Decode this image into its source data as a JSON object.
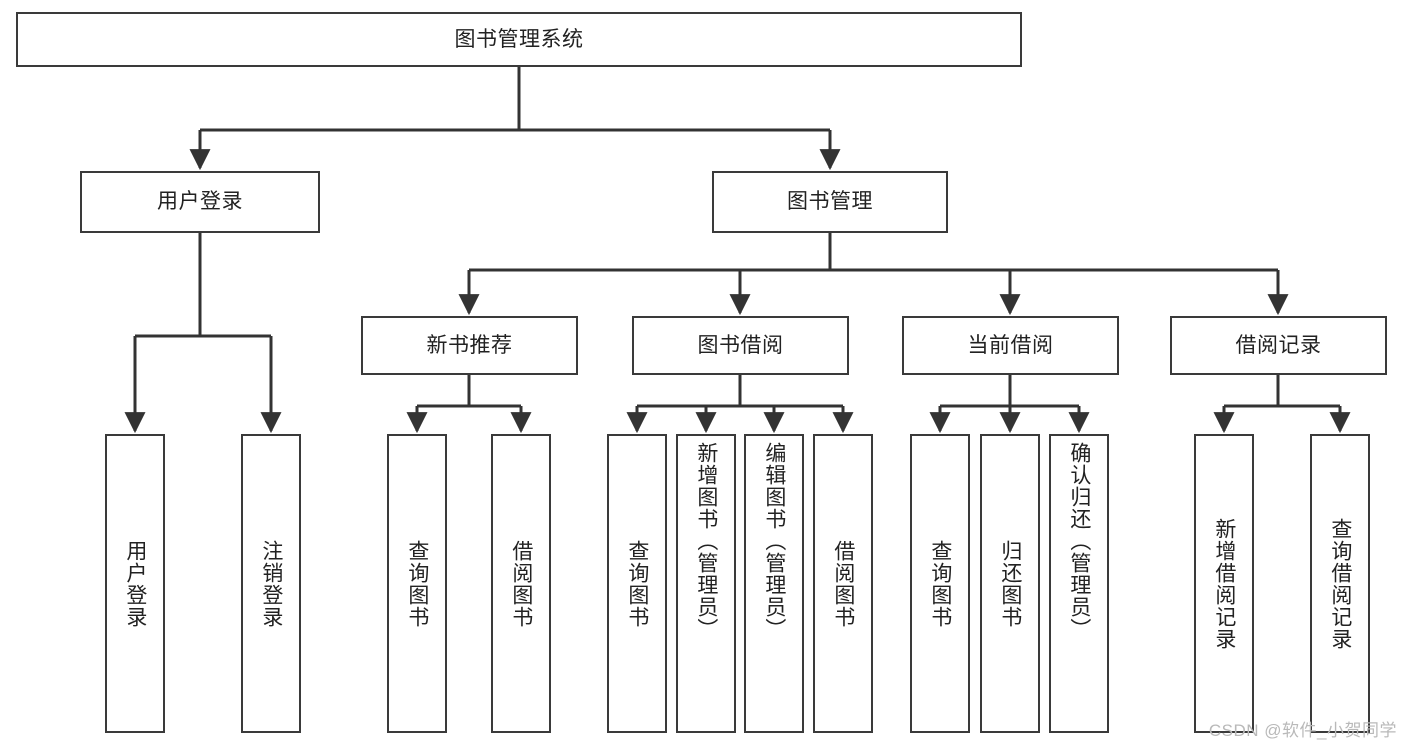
{
  "diagram": {
    "title": "图书管理系统",
    "type": "tree-hierarchy",
    "orientation": "top-down",
    "colors": {
      "border": "#3a3a3a",
      "fill": "#ffffff",
      "text": "#222222",
      "connector": "#333333",
      "watermark": "#b9b9b9"
    }
  },
  "root": {
    "label": "图书管理系统"
  },
  "level2": {
    "user_login": {
      "label": "用户登录"
    },
    "book_manage": {
      "label": "图书管理"
    }
  },
  "level3": {
    "new_book_recommend": {
      "label": "新书推荐"
    },
    "book_borrow": {
      "label": "图书借阅"
    },
    "current_borrow": {
      "label": "当前借阅"
    },
    "borrow_record": {
      "label": "借阅记录"
    }
  },
  "leaves": {
    "user_login": [
      {
        "label": "用户登录"
      },
      {
        "label": "注销登录"
      }
    ],
    "new_book_recommend": [
      {
        "label": "查询图书"
      },
      {
        "label": "借阅图书"
      }
    ],
    "book_borrow": [
      {
        "label": "查询图书"
      },
      {
        "label": "新增图书（管理员）"
      },
      {
        "label": "编辑图书（管理员）"
      },
      {
        "label": "借阅图书"
      }
    ],
    "current_borrow": [
      {
        "label": "查询图书"
      },
      {
        "label": "归还图书"
      },
      {
        "label": "确认归还（管理员）"
      }
    ],
    "borrow_record": [
      {
        "label": "新增借阅记录"
      },
      {
        "label": "查询借阅记录"
      }
    ]
  },
  "watermark": {
    "text": "CSDN @软件_小贺同学"
  }
}
